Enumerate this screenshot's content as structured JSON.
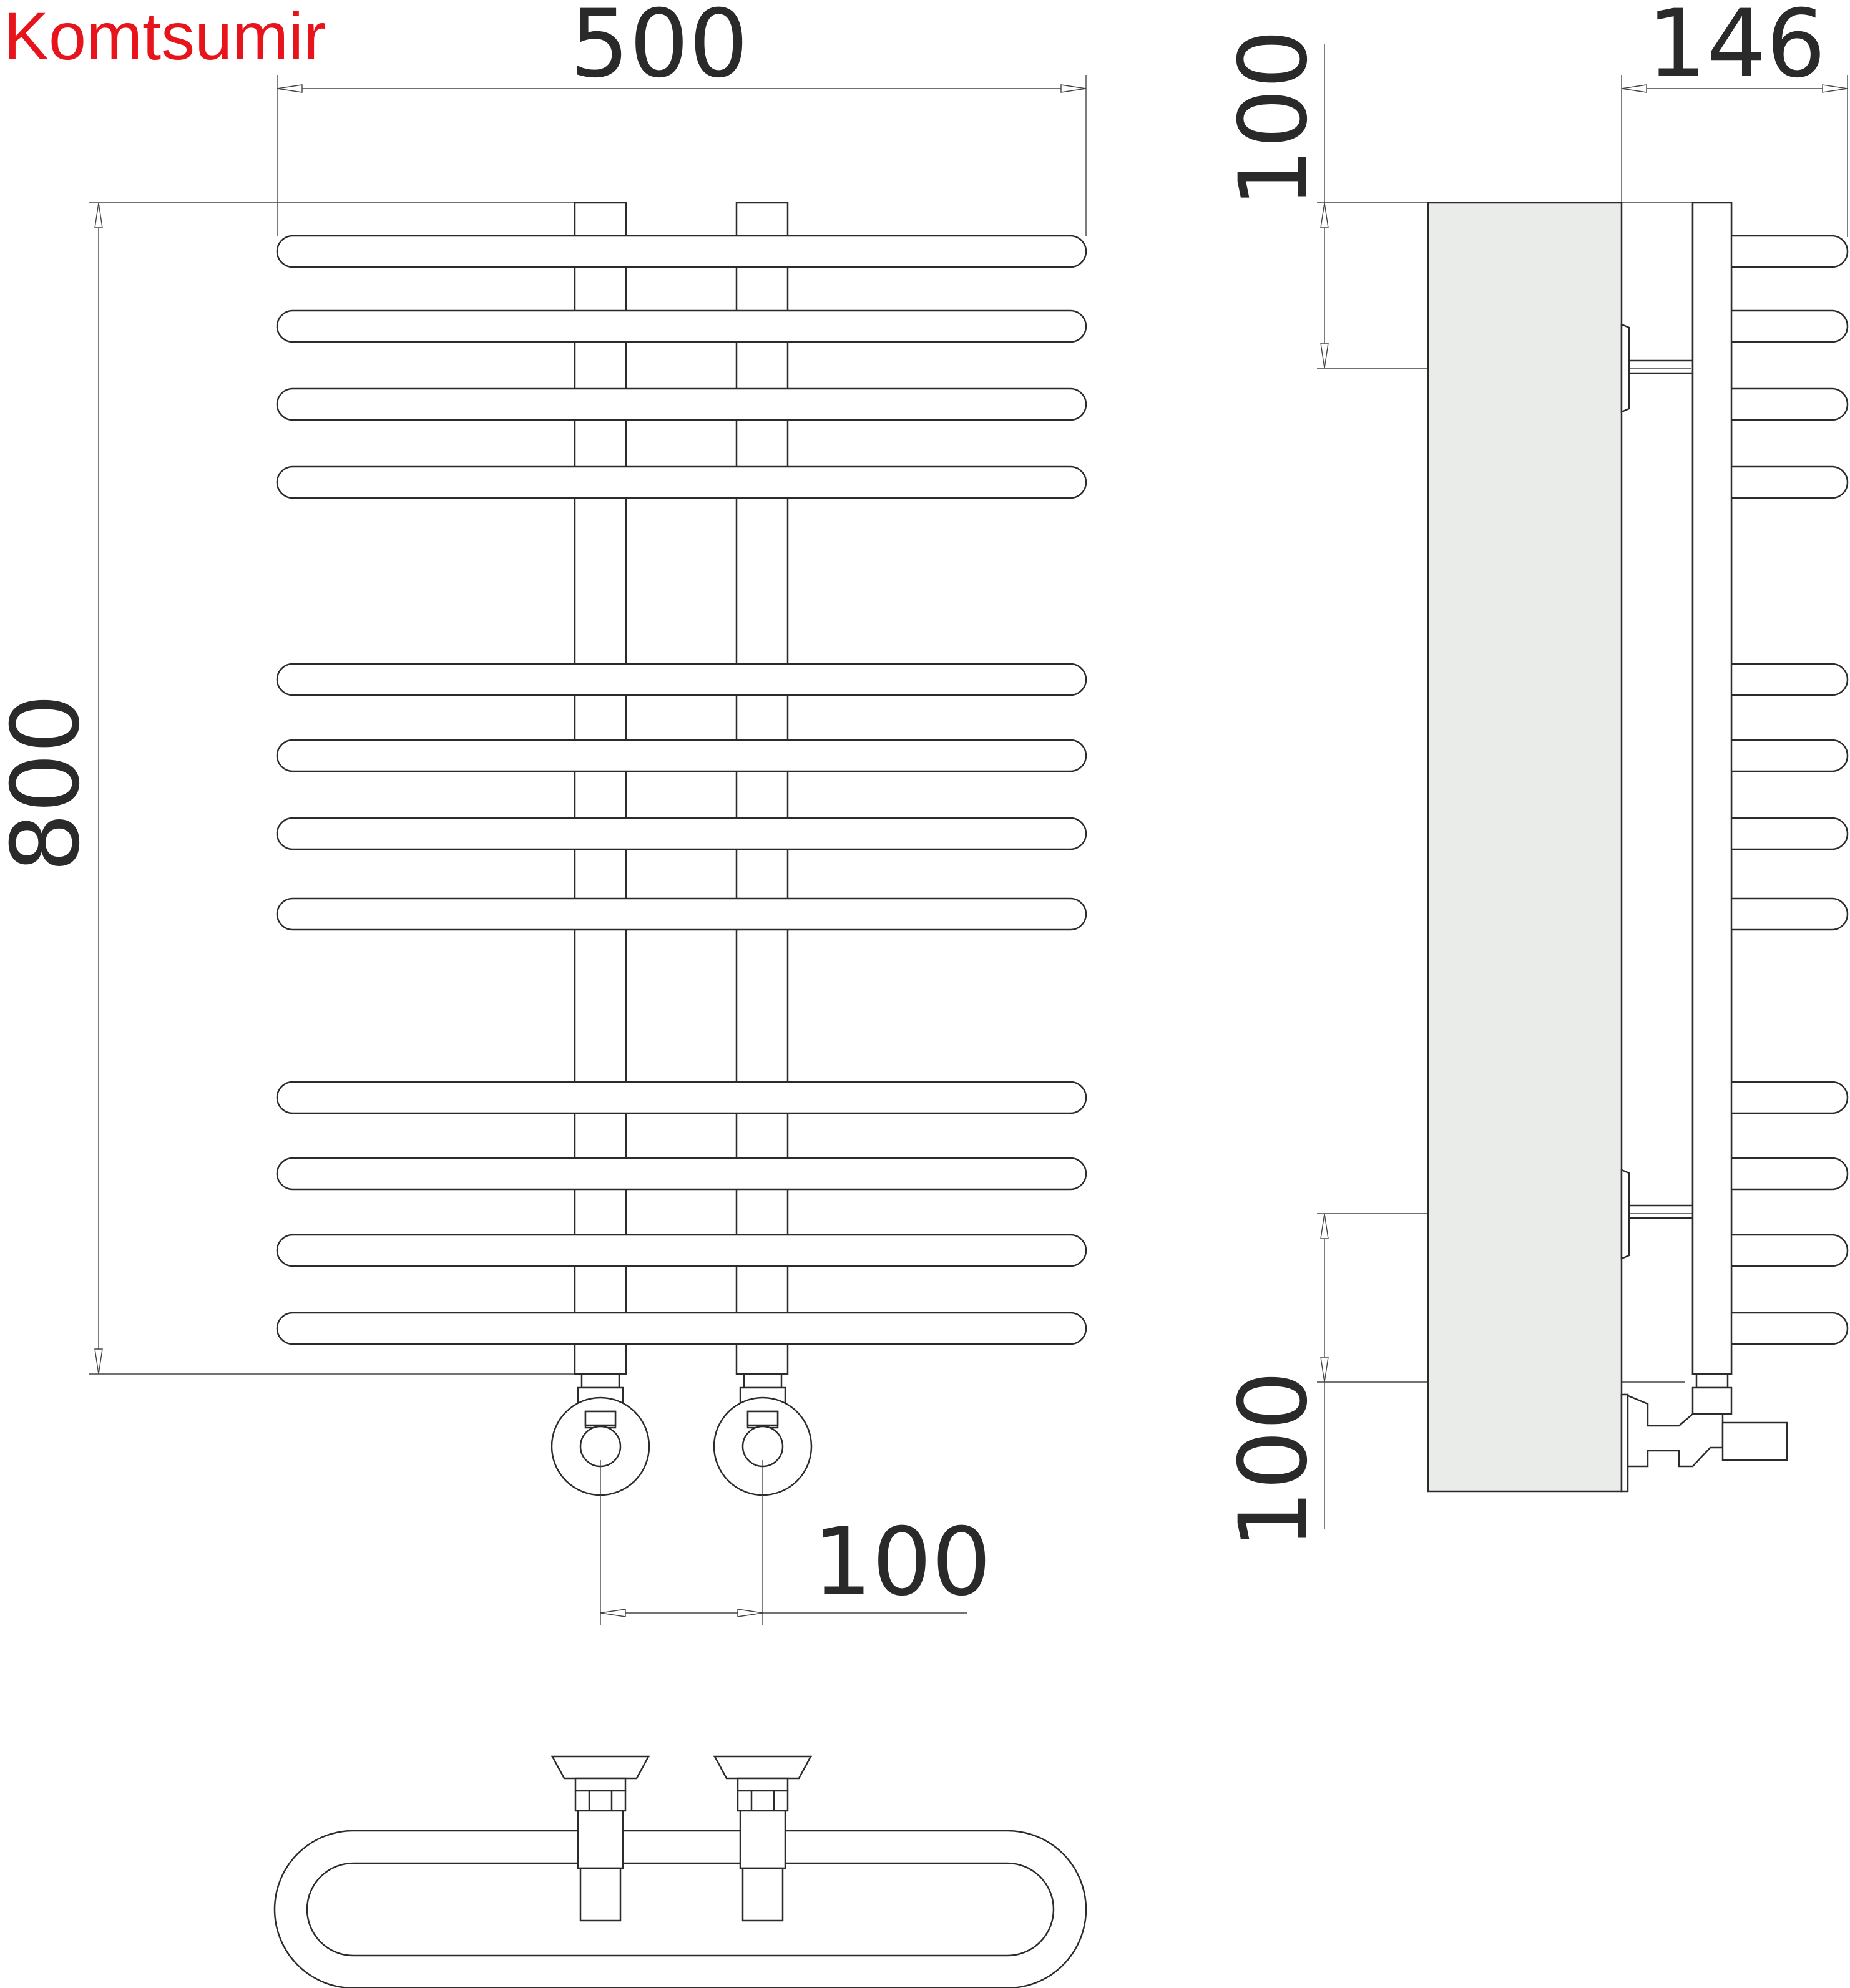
{
  "brand": "Komtsumir",
  "dimensions": {
    "front_width": "500",
    "front_height": "800",
    "inlet_spacing": "100",
    "side_depth": "146",
    "side_top_offset": "100",
    "side_bottom_offset": "100"
  },
  "colors": {
    "brand": "#e8141c",
    "line": "#2b2b2b",
    "wall": "#eaecea"
  }
}
